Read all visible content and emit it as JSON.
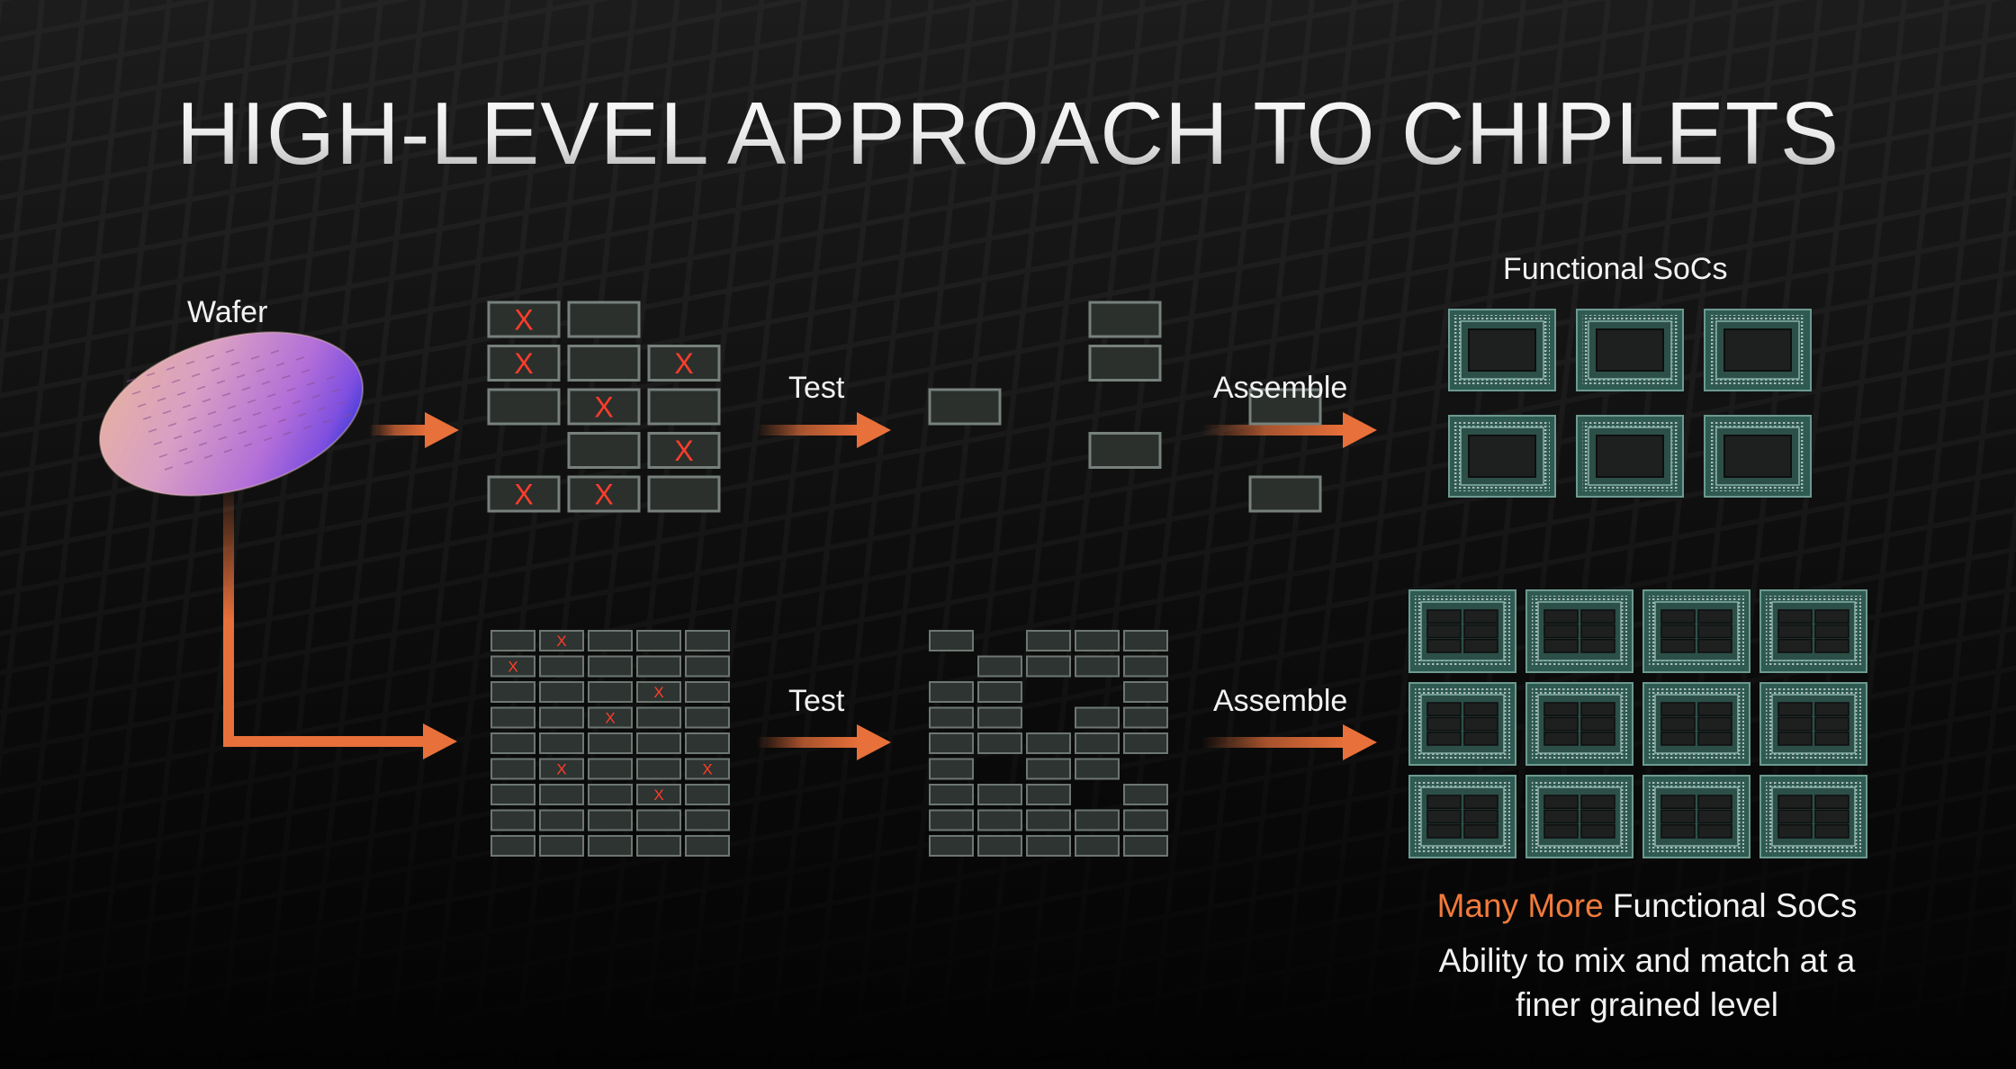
{
  "title": "HIGH-LEVEL APPROACH TO CHIPLETS",
  "labels": {
    "wafer": "Wafer",
    "test_top": "Test",
    "test_bottom": "Test",
    "assemble_top": "Assemble",
    "assemble_bottom": "Assemble",
    "functional_socs": "Functional SoCs"
  },
  "caption": {
    "highlight": "Many More",
    "rest": " Functional SoCs",
    "line2": "Ability to mix and match at a",
    "line3": "finer grained level"
  },
  "defect_mark": "X",
  "colors": {
    "arrow": "#e8703a",
    "defect": "#ff3d2a",
    "chip_fill": "#2e3431",
    "soc_green": "#2f5a52",
    "accent_text": "#f07a3c"
  },
  "top_path": {
    "large_die_grid": [
      [
        "X",
        "ok",
        "",
        ""
      ],
      [
        "X",
        "ok",
        "X",
        ""
      ],
      [
        "ok",
        "X",
        "ok",
        ""
      ],
      [
        "",
        "ok",
        "X",
        ""
      ],
      [
        "X",
        "X",
        "ok",
        ""
      ]
    ],
    "good_dies_after_test": [
      [
        "",
        "",
        "ok",
        "",
        ""
      ],
      [
        "",
        "",
        "ok",
        "",
        ""
      ],
      [
        "ok",
        "",
        "",
        "",
        "ok"
      ],
      [
        "",
        "",
        "ok",
        "",
        ""
      ],
      [
        "",
        "",
        "",
        "",
        "ok"
      ]
    ],
    "functional_soc_count": 6
  },
  "bottom_path": {
    "small_die_grid": [
      [
        "ok",
        "X",
        "ok",
        "ok",
        "ok"
      ],
      [
        "X",
        "ok",
        "ok",
        "ok",
        "ok"
      ],
      [
        "ok",
        "ok",
        "ok",
        "X",
        "ok"
      ],
      [
        "ok",
        "ok",
        "X",
        "ok",
        "ok"
      ],
      [
        "ok",
        "ok",
        "ok",
        "ok",
        "ok"
      ],
      [
        "ok",
        "X",
        "ok",
        "ok",
        "X"
      ],
      [
        "ok",
        "ok",
        "ok",
        "X",
        "ok"
      ],
      [
        "ok",
        "ok",
        "ok",
        "ok",
        "ok"
      ],
      [
        "ok",
        "ok",
        "ok",
        "ok",
        "ok"
      ]
    ],
    "good_dies_after_test": [
      [
        "ok",
        "",
        "ok",
        "ok",
        "ok"
      ],
      [
        "",
        "ok",
        "ok",
        "ok",
        "ok"
      ],
      [
        "ok",
        "ok",
        "",
        "",
        "ok"
      ],
      [
        "ok",
        "ok",
        "",
        "ok",
        "ok"
      ],
      [
        "ok",
        "ok",
        "ok",
        "ok",
        "ok"
      ],
      [
        "ok",
        "",
        "ok",
        "ok",
        ""
      ],
      [
        "ok",
        "ok",
        "ok",
        "",
        "ok"
      ],
      [
        "ok",
        "ok",
        "ok",
        "ok",
        "ok"
      ],
      [
        "ok",
        "ok",
        "ok",
        "ok",
        "ok"
      ]
    ],
    "functional_soc_count": 12
  }
}
